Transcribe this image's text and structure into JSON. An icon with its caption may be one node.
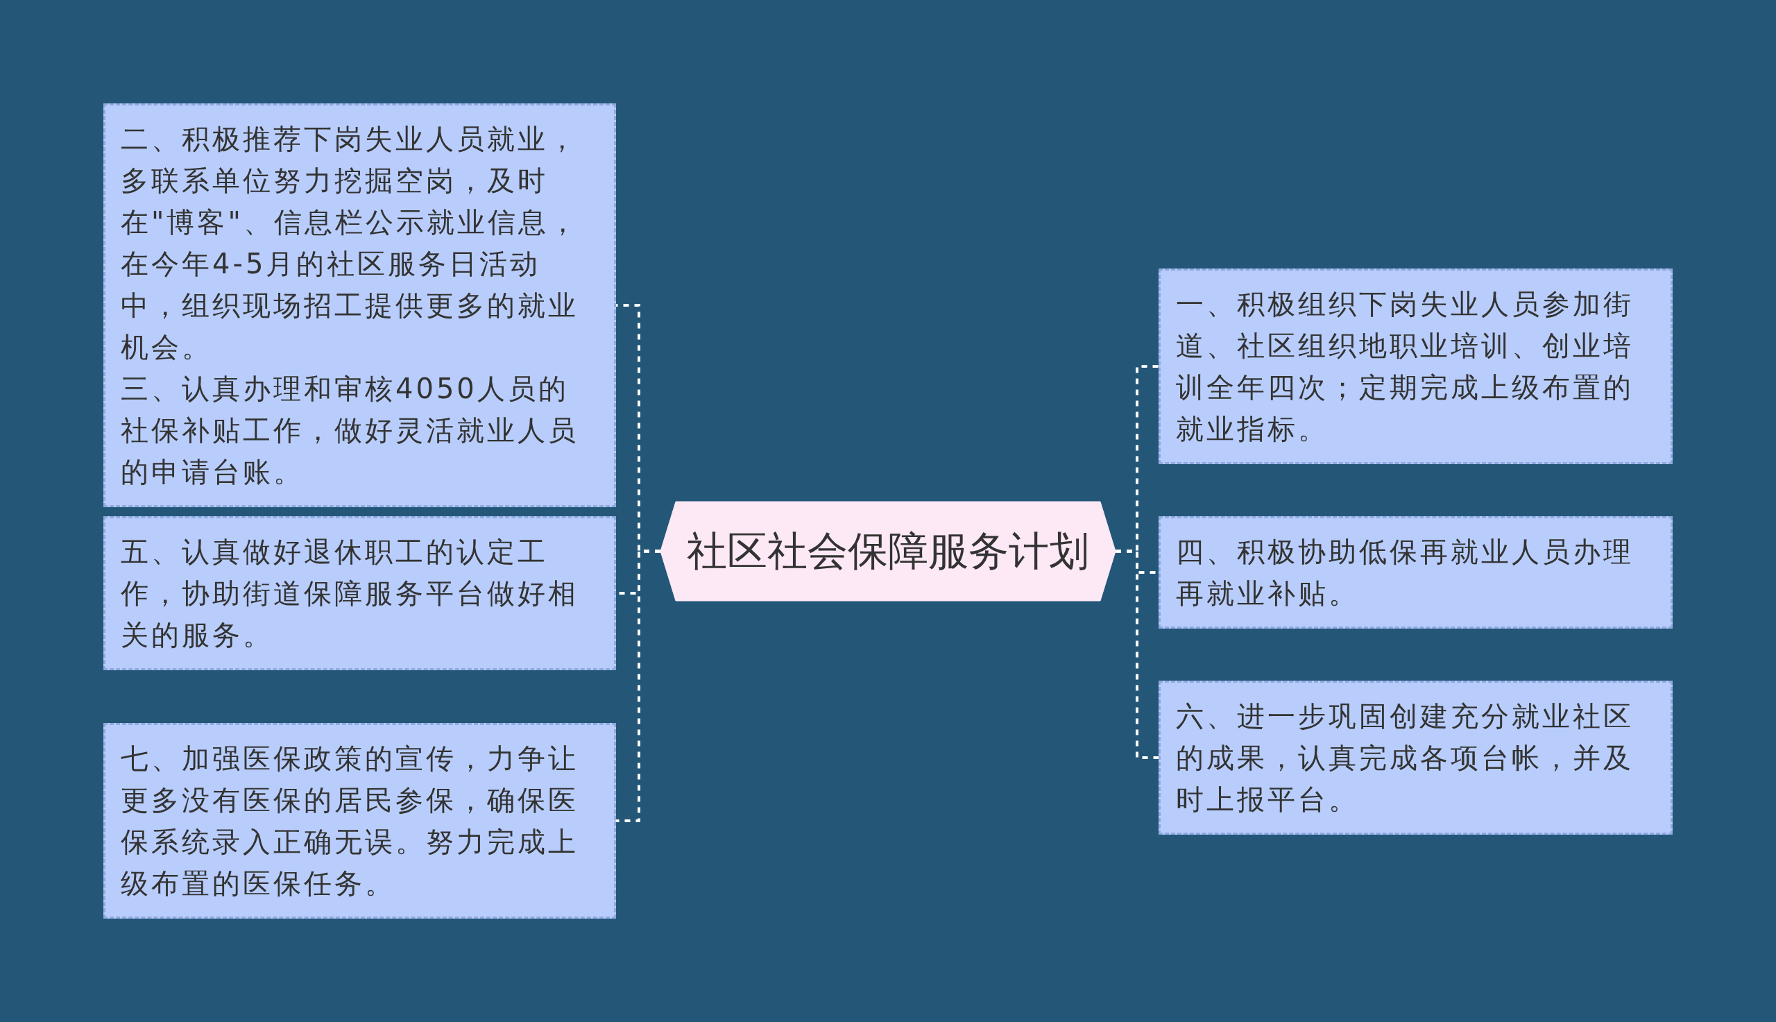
{
  "diagram": {
    "nodes": [
      {
        "text": [
          "社区社会保障服务计划"
        ]
      },
      {
        "text": [
          "二、积极推荐下岗失业人员就业，多联系单位努力挖掘空岗，及时在\"博客\"、信息栏公示就业信息，在今年4-5月的社区服务日活动中，组织现场招工提供更多的就业机会。",
          "三、认真办理和审核4050人员的社保补贴工作，做好灵活就业人员的申请台账。"
        ]
      },
      {
        "text": [
          "五、认真做好退休职工的认定工作，协助街道保障服务平台做好相关的服务。"
        ]
      },
      {
        "text": [
          "七、加强医保政策的宣传，力争让更多没有医保的居民参保，确保医保系统录入正确无误。努力完成上级布置的医保任务。"
        ]
      },
      {
        "text": [
          "一、积极组织下岗失业人员参加街道、社区组织地职业培训、创业培训全年四次；定期完成上级布置的就业指标。"
        ]
      },
      {
        "text": [
          "四、积极协助低保再就业人员办理再就业补贴。"
        ]
      },
      {
        "text": [
          "六、进一步巩固创建充分就业社区的成果，认真完成各项台帐，并及时上报平台。"
        ]
      }
    ],
    "edges": [
      {
        "from": 0,
        "to": 1,
        "arrow": "none",
        "style": "dashed"
      },
      {
        "from": 0,
        "to": 2,
        "arrow": "none",
        "style": "dashed"
      },
      {
        "from": 0,
        "to": 3,
        "arrow": "none",
        "style": "dashed"
      },
      {
        "from": 0,
        "to": 4,
        "arrow": "none",
        "style": "dashed"
      },
      {
        "from": 0,
        "to": 5,
        "arrow": "none",
        "style": "dashed"
      },
      {
        "from": 0,
        "to": 6,
        "arrow": "none",
        "style": "dashed"
      }
    ]
  }
}
